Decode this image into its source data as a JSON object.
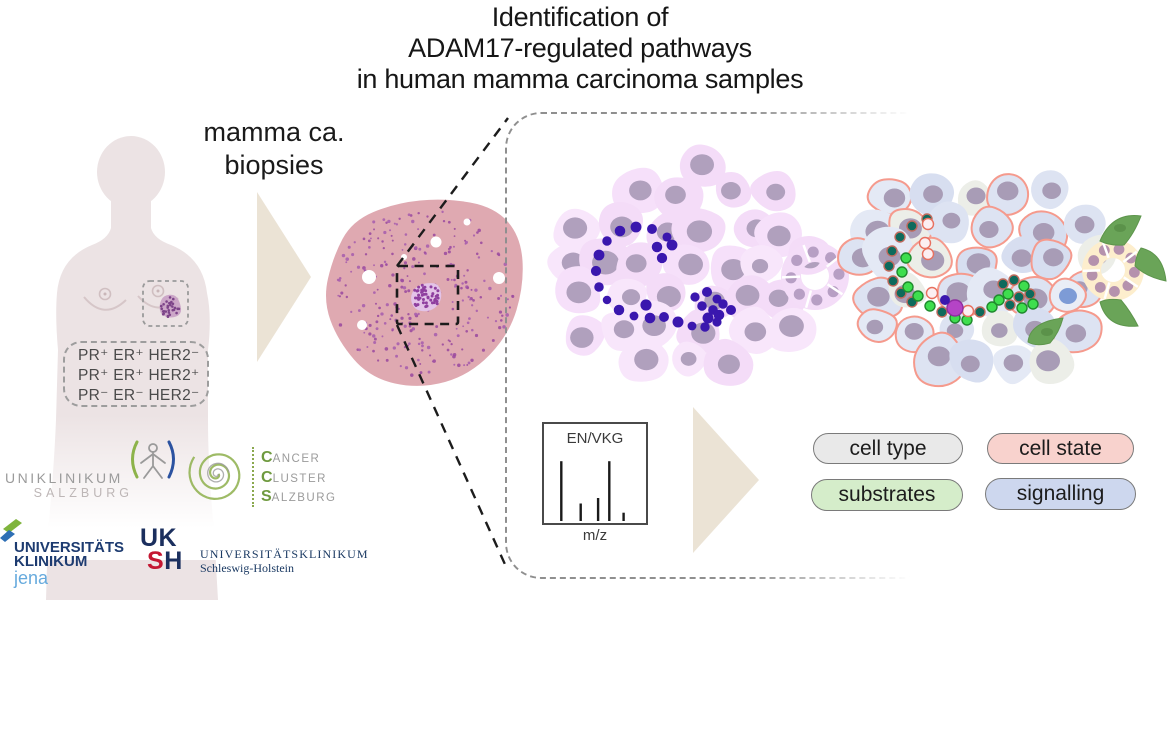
{
  "title": {
    "line1": "Identification of",
    "line2": "ADAM17-regulated pathways",
    "line3": "in human mamma carcinoma samples"
  },
  "biopsy_label": {
    "line1": "mamma ca.",
    "line2": "biopsies"
  },
  "receptor_status": {
    "lines": [
      "PR⁺ ER⁺ HER2⁻",
      "PR⁺ ER⁺ HER2⁺",
      "PR⁻ ER⁻ HER2⁻"
    ]
  },
  "spectrum": {
    "title": "EN/VKG",
    "xlabel": "m/z",
    "peaks": [
      {
        "x": 0.17,
        "h": 0.65
      },
      {
        "x": 0.36,
        "h": 0.19
      },
      {
        "x": 0.53,
        "h": 0.25
      },
      {
        "x": 0.64,
        "h": 0.65
      },
      {
        "x": 0.78,
        "h": 0.09
      }
    ]
  },
  "legend": [
    {
      "label": "cell type",
      "color": "#e9e9e9"
    },
    {
      "label": "cell state",
      "color": "#f8d2cd"
    },
    {
      "label": "substrates",
      "color": "#d5edca"
    },
    {
      "label": "signalling",
      "color": "#cdd7ee"
    }
  ],
  "logos": {
    "uniklinikum_salzburg": {
      "line1": "UNIKLINIKUM",
      "line2": "SALZBURG"
    },
    "cancer_cluster_salzburg": {
      "rows": [
        {
          "initial": "C",
          "rest": "ANCER"
        },
        {
          "initial": "C",
          "rest": "LUSTER"
        },
        {
          "initial": "S",
          "rest": "ALZBURG"
        }
      ]
    },
    "uk_jena": {
      "line1": "UNIVERSITÄTS",
      "line2": "KLINIKUM",
      "line3": "jena"
    },
    "uksh": {
      "uk": "UK",
      "s": "S",
      "h": "H",
      "line1": "UNIVERSITÄTSKLINIKUM",
      "line2": "Schleswig-Holstein"
    }
  },
  "colors": {
    "tissue_pink": "#dfa9b1",
    "tissue_speckle": "#9c4da0",
    "cell_pink": "#f6e0fa",
    "cell_blue": "#dde3f2",
    "nucleus_gray_purple": "#b0a0bd",
    "dot_blue": "#3a17ae",
    "dot_teal": "#0e6a5c",
    "dot_green": "#3ede4e",
    "cell_state_outline": "#f59a8d",
    "duct_cream": "#fdeecd",
    "triangle_green": "#6aa458",
    "arrow_beige": "#eae1d3"
  }
}
